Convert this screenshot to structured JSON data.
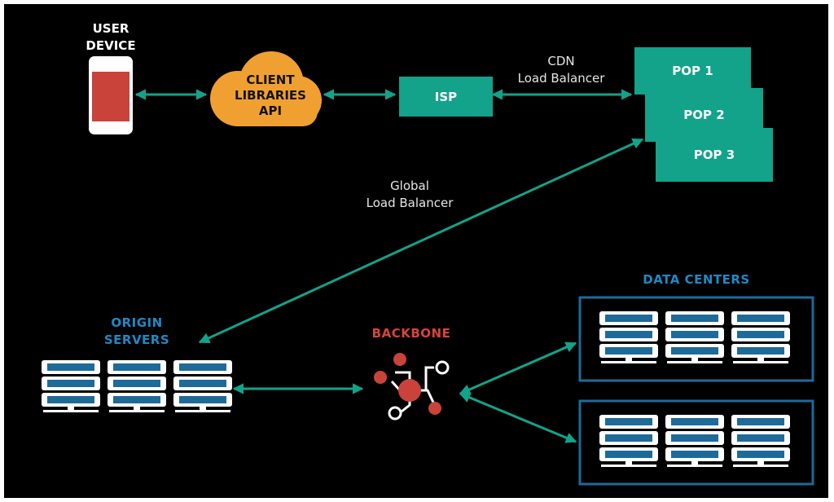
{
  "user_device": {
    "line1": "USER",
    "line2": "DEVICE"
  },
  "client_libraries": {
    "line1": "CLIENT",
    "line2": "LIBRARIES",
    "line3": "API"
  },
  "isp": {
    "label": "ISP"
  },
  "cdn_lb": {
    "line1": "CDN",
    "line2": "Load Balancer"
  },
  "pops": [
    "POP 1",
    "POP 2",
    "POP 3"
  ],
  "global_lb": {
    "line1": "Global",
    "line2": "Load Balancer"
  },
  "origin": {
    "line1": "ORIGIN",
    "line2": "SERVERS"
  },
  "backbone": {
    "label": "BACKBONE"
  },
  "data_centers": {
    "label": "DATA CENTERS"
  },
  "colors": {
    "teal": "#12a38a",
    "orange": "#f0a030",
    "red": "#c9433a",
    "blue": "#1e6a99"
  }
}
